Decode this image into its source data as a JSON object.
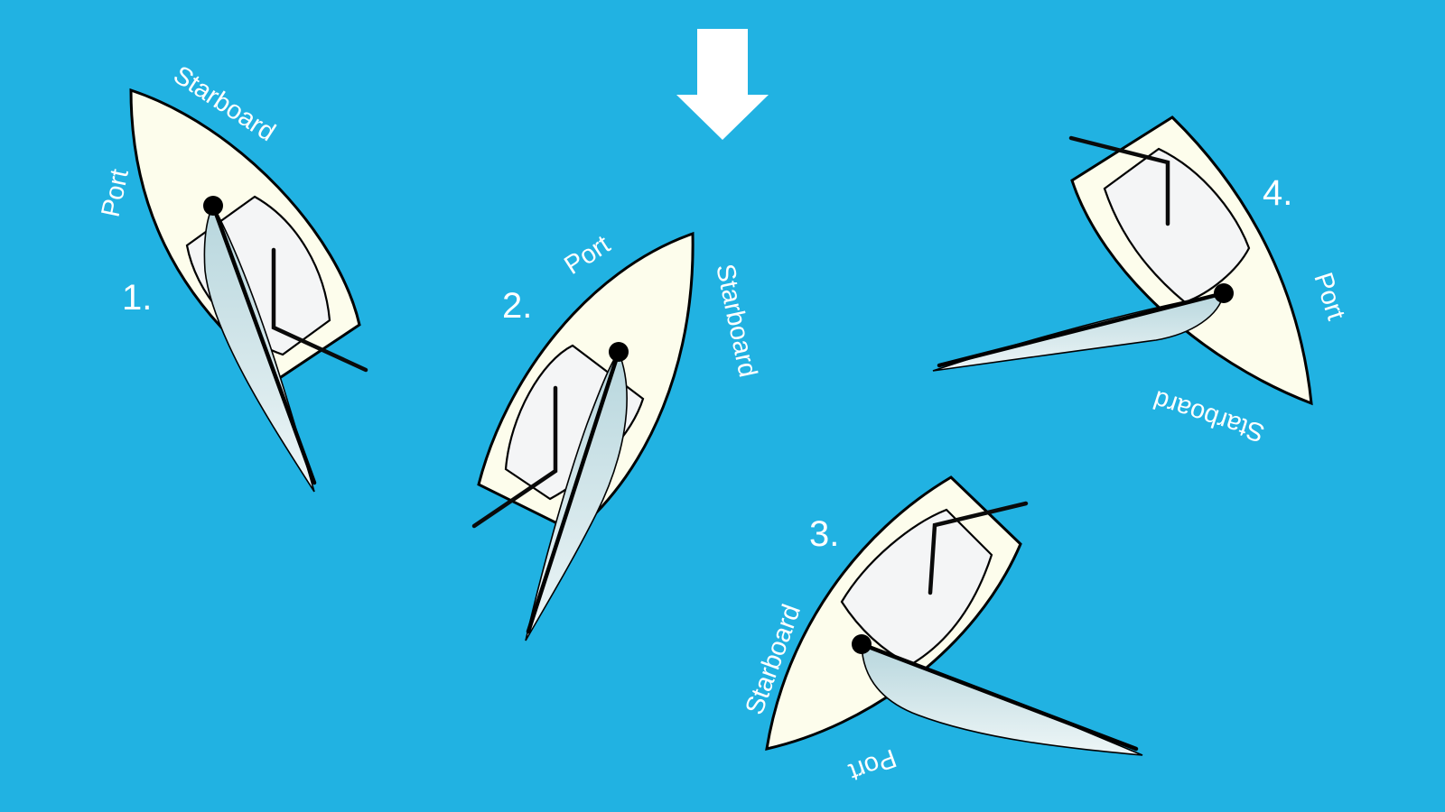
{
  "colors": {
    "water": "#21b2e2",
    "hull": "#fdfdec",
    "cockpit": "#f4f5f6",
    "sail_light": "#eef6f7",
    "sail_dark": "#b7d6dd",
    "wind_arrow": "#ffffff"
  },
  "wind": {
    "icon": "wind-direction-arrow-icon"
  },
  "boats": [
    {
      "number": "1.",
      "port_label": "Port",
      "starboard_label": "Starboard"
    },
    {
      "number": "2.",
      "port_label": "Port",
      "starboard_label": "Starboard"
    },
    {
      "number": "3.",
      "port_label": "Port",
      "starboard_label": "Starboard"
    },
    {
      "number": "4.",
      "port_label": "Port",
      "starboard_label": "Starboard"
    }
  ]
}
